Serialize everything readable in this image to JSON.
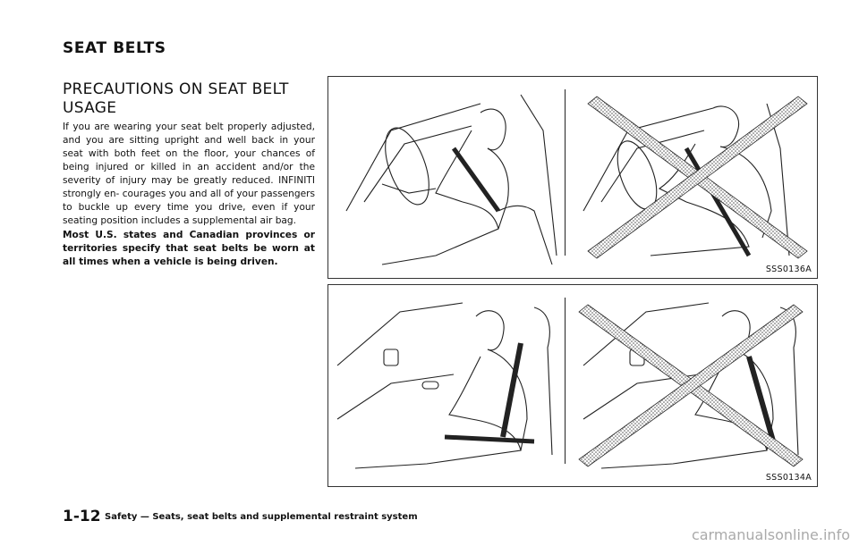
{
  "header": {
    "section_title": "SEAT BELTS"
  },
  "content": {
    "subheading": "PRECAUTIONS ON SEAT BELT USAGE",
    "paragraph_1": "If you are wearing your seat belt properly adjusted, and you are sitting upright and well back in your seat with both feet on the floor, your chances of being injured or killed in an accident and/or the severity of injury may be greatly reduced. INFINITI strongly en- courages you and all of your passengers to buckle up every time you drive, even if your seating position includes a supplemental air bag.",
    "paragraph_2": "Most U.S. states and Canadian provinces or territories specify that seat belts be worn at all times when a vehicle is being driven."
  },
  "figures": [
    {
      "label": "SSS0136A"
    },
    {
      "label": "SSS0134A"
    }
  ],
  "footer": {
    "page_number": "1-12",
    "chapter_text": "Safety — Seats, seat belts and supplemental restraint system"
  },
  "watermark": "carmanualsonline.info"
}
